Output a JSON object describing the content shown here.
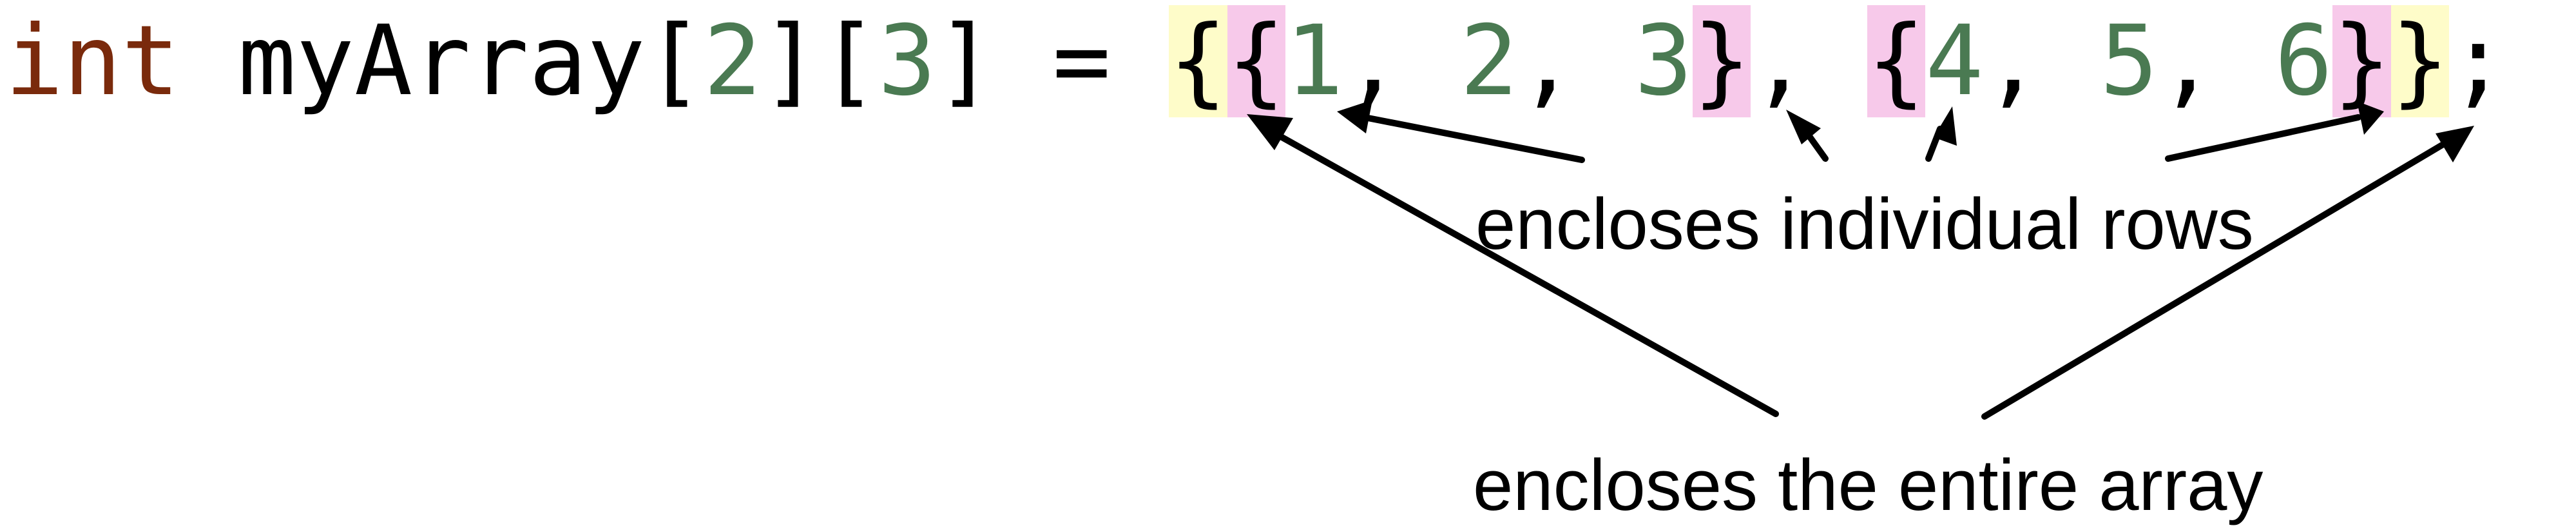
{
  "code": {
    "tokens": [
      {
        "text": "int",
        "kind": "kw"
      },
      {
        "text": " myArray[",
        "kind": "plain"
      },
      {
        "text": "2",
        "kind": "num"
      },
      {
        "text": "][",
        "kind": "plain"
      },
      {
        "text": "3",
        "kind": "num"
      },
      {
        "text": "] = ",
        "kind": "plain"
      },
      {
        "text": "{",
        "kind": "outer"
      },
      {
        "text": "{",
        "kind": "inner"
      },
      {
        "text": "1",
        "kind": "num"
      },
      {
        "text": ", ",
        "kind": "plain"
      },
      {
        "text": "2",
        "kind": "num"
      },
      {
        "text": ", ",
        "kind": "plain"
      },
      {
        "text": "3",
        "kind": "num"
      },
      {
        "text": "}",
        "kind": "inner"
      },
      {
        "text": ", ",
        "kind": "plain"
      },
      {
        "text": "{",
        "kind": "inner"
      },
      {
        "text": "4",
        "kind": "num"
      },
      {
        "text": ", ",
        "kind": "plain"
      },
      {
        "text": "5",
        "kind": "num"
      },
      {
        "text": ", ",
        "kind": "plain"
      },
      {
        "text": "6",
        "kind": "num"
      },
      {
        "text": "}",
        "kind": "inner"
      },
      {
        "text": "}",
        "kind": "outer"
      },
      {
        "text": ";",
        "kind": "plain"
      }
    ]
  },
  "annotations": {
    "rows_label": "encloses individual rows",
    "array_label": "encloses the entire array"
  },
  "colors": {
    "keyword": "#7a2a0c",
    "number": "#4a7a52",
    "outer_brace_highlight": "#fefcc9",
    "inner_brace_highlight": "#f7c9ea"
  }
}
